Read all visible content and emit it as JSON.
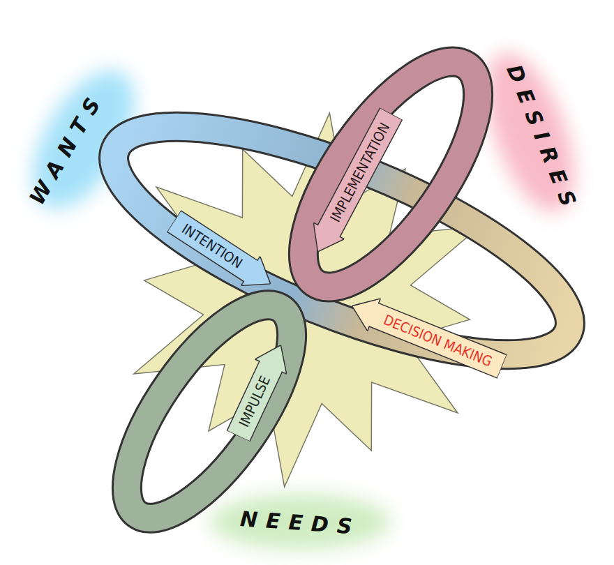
{
  "diagram": {
    "nodes": [
      {
        "text": [
          "INTENTION"
        ]
      },
      {
        "text": [
          "IMPLEMENTATION"
        ]
      },
      {
        "text": [
          "DECISION MAKING"
        ]
      },
      {
        "text": [
          "IMPULSE"
        ]
      }
    ],
    "labels": [
      "WANTS",
      "DESIRES",
      "NEEDS"
    ]
  }
}
